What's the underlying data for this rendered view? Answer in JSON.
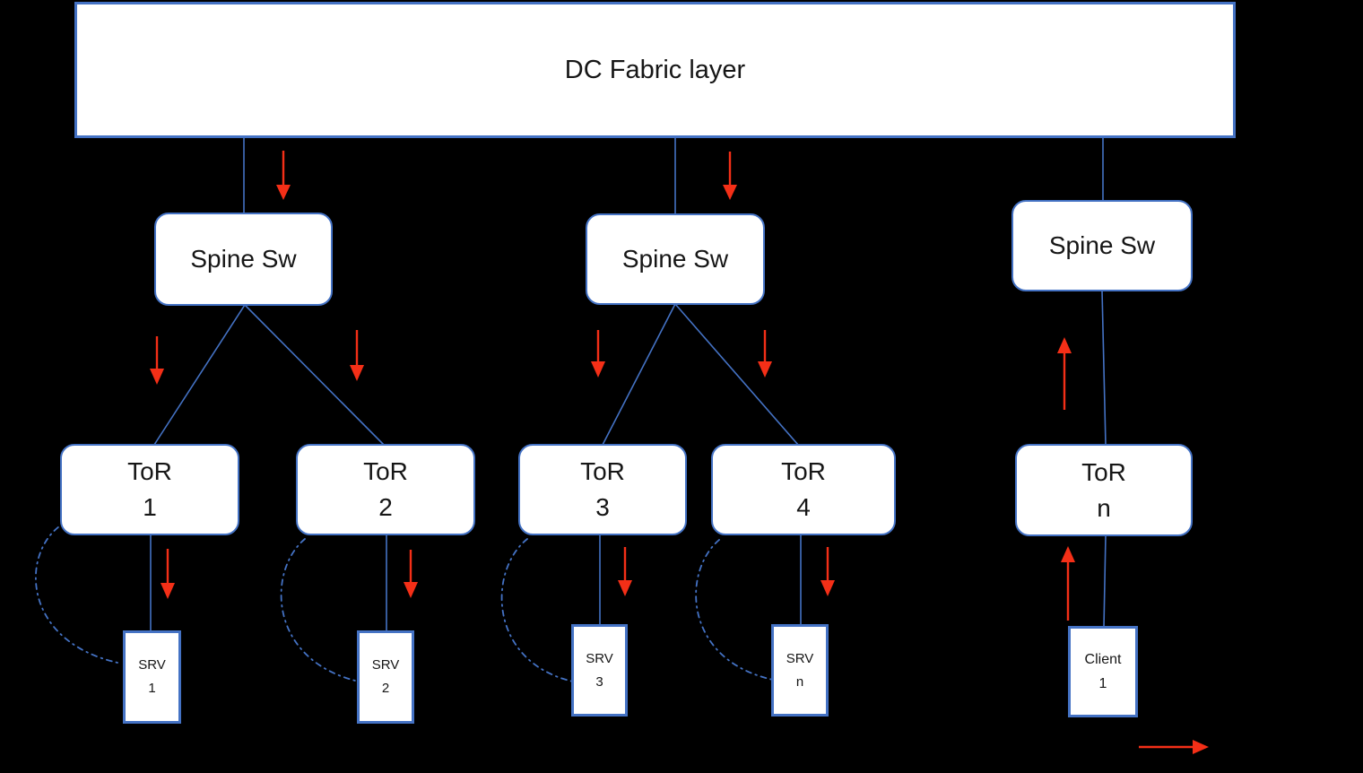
{
  "palette": {
    "background": "#000000",
    "node_fill": "#ffffff",
    "node_border_blue": "#4472c4",
    "connector_blue": "#4472c4",
    "traffic_arrow_red": "#f42f17",
    "label_text": "#161616"
  },
  "fabric": {
    "label": "DC Fabric layer"
  },
  "spines": [
    {
      "label": "Spine Sw"
    },
    {
      "label": "Spine Sw"
    },
    {
      "label": "Spine Sw"
    }
  ],
  "tors": [
    {
      "name": "ToR",
      "id": "1"
    },
    {
      "name": "ToR",
      "id": "2"
    },
    {
      "name": "ToR",
      "id": "3"
    },
    {
      "name": "ToR",
      "id": "4"
    },
    {
      "name": "ToR",
      "id": "n"
    }
  ],
  "endpoints": [
    {
      "name": "SRV",
      "id": "1"
    },
    {
      "name": "SRV",
      "id": "2"
    },
    {
      "name": "SRV",
      "id": "3"
    },
    {
      "name": "SRV",
      "id": "n"
    },
    {
      "name": "Client",
      "id": "1"
    }
  ]
}
